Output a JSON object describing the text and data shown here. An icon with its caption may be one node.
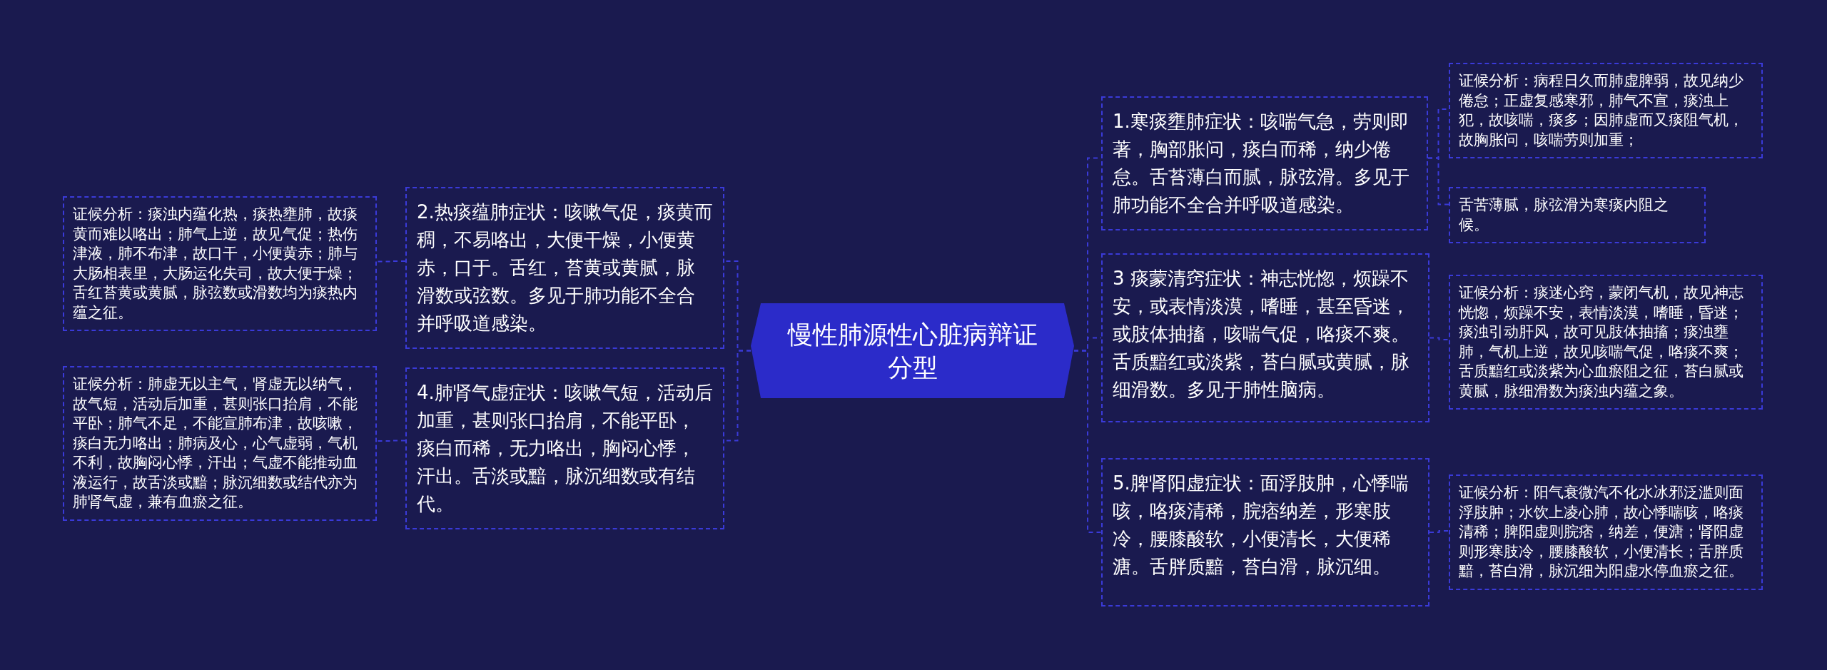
{
  "diagram": {
    "nodes": [
      {
        "text": [
          "慢性肺源性心脏病辩证分型"
        ]
      },
      {
        "text": [
          "1.寒痰壅肺症状：咳喘气急，劳则即著，胸部胀问，痰白而稀，纳少倦怠。舌苔薄白而腻，脉弦滑。多见于肺功能不全合并呼吸道感染。"
        ]
      },
      {
        "text": [
          "证候分析：病程日久而肺虚脾弱，故见纳少倦怠；正虚复感寒邪，肺气不宣，痰浊上犯，故咳喘，痰多；因肺虚而又痰阻气机，故胸胀问，咳喘劳则加重；"
        ]
      },
      {
        "text": [
          "舌苦薄腻，脉弦滑为寒痰内阻之候。"
        ]
      },
      {
        "text": [
          "2.热痰蕴肺症状：咳嗽气促，痰黄而稠，不易咯出，大便干燥，小便黄赤，口于。舌红，苔黄或黄腻，脉滑数或弦数。多见于肺功能不全合并呼吸道感染。"
        ]
      },
      {
        "text": [
          "证候分析：痰浊内蕴化热，痰热壅肺，故痰黄而难以咯出；肺气上逆，故见气促；热伤津液，肺不布津，故口干，小便黄赤；肺与大肠相表里，大肠运化失司，故大便于燥；舌红苔黄或黄腻，脉弦数或滑数均为痰热内蕴之征。"
        ]
      },
      {
        "text": [
          "3 痰蒙清窍症状：神志恍惚，烦躁不安，或表情淡漠，嗜睡，甚至昏迷，或肢体抽搐，咳喘气促，咯痰不爽。舌质黯红或淡紫，苔白腻或黄腻，脉细滑数。多见于肺性脑病。"
        ]
      },
      {
        "text": [
          "证候分析：痰迷心窍，蒙闭气机，故见神志恍惚，烦躁不安，表情淡漠，嗜睡，昏迷；痰浊引动肝风，故可见肢体抽搐；痰浊壅肺，气机上逆，故见咳喘气促，咯痰不爽；舌质黯红或淡紫为心血瘀阻之征，苔白腻或黄腻，脉细滑数为痰浊内蕴之象。"
        ]
      },
      {
        "text": [
          "4.肺肾气虚症状：咳嗽气短，活动后加重，甚则张口抬肩，不能平卧，痰白而稀，无力咯出，胸闷心悸，汗出。舌淡或黯，脉沉细数或有结代。"
        ]
      },
      {
        "text": [
          "证候分析：肺虚无以主气，肾虚无以纳气，故气短，活动后加重，甚则张口抬肩，不能平卧；肺气不足，不能宣肺布津，故咳嗽，痰白无力咯出；肺病及心，心气虚弱，气机不利，故胸闷心悸，汗出；气虚不能推动血液运行，故舌淡或黯；脉沉细数或结代亦为肺肾气虚，兼有血瘀之征。"
        ]
      },
      {
        "text": [
          "5.脾肾阳虚症状：面浮肢肿，心悸喘咳，咯痰清稀，脘痞纳差，形寒肢冷，腰膝酸软，小便清长，大便稀溏。舌胖质黯，苔白滑，脉沉细。"
        ]
      },
      {
        "text": [
          "证候分析：阳气衰微汽不化水冰邪泛滥则面浮肢肿；水饮上凌心肺，故心悸喘咳，咯痰清稀；脾阳虚则脘痞，纳差，便溏；肾阳虚则形寒肢冷，腰膝酸软，小便清长；舌胖质黯，苔白滑，脉沉细为阳虚水停血瘀之征。"
        ]
      }
    ],
    "edges": [
      {
        "from": 0,
        "to": 1,
        "arrow": "none"
      },
      {
        "from": 1,
        "to": 2,
        "arrow": "none"
      },
      {
        "from": 1,
        "to": 3,
        "arrow": "none"
      },
      {
        "from": 0,
        "to": 4,
        "arrow": "none"
      },
      {
        "from": 4,
        "to": 5,
        "arrow": "none"
      },
      {
        "from": 0,
        "to": 6,
        "arrow": "none"
      },
      {
        "from": 6,
        "to": 7,
        "arrow": "none"
      },
      {
        "from": 0,
        "to": 8,
        "arrow": "none"
      },
      {
        "from": 8,
        "to": 9,
        "arrow": "none"
      },
      {
        "from": 0,
        "to": 10,
        "arrow": "none"
      },
      {
        "from": 10,
        "to": 11,
        "arrow": "none"
      }
    ]
  }
}
